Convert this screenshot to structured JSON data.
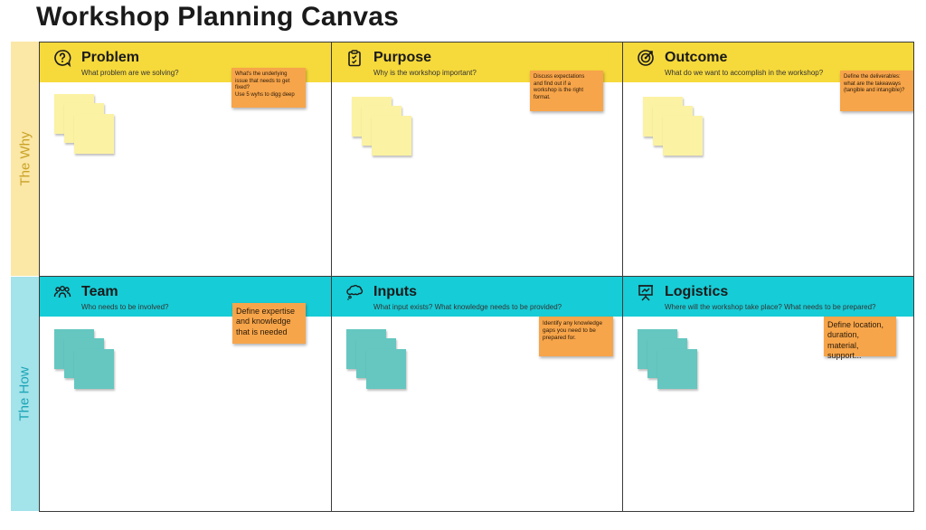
{
  "title": "Workshop Planning Canvas",
  "rows": {
    "why": {
      "label": "The Why"
    },
    "how": {
      "label": "The How"
    }
  },
  "cells": {
    "problem": {
      "title": "Problem",
      "subtitle": "What problem are we solving?",
      "note": [
        "What's the underlying",
        "issue that needs to get",
        "fixed?",
        "Use 5 wyhs to digg deep"
      ]
    },
    "purpose": {
      "title": "Purpose",
      "subtitle": "Why is the workshop important?",
      "note": [
        "Discuss expectations",
        "and find out if a",
        "workshop is the right",
        "format."
      ]
    },
    "outcome": {
      "title": "Outcome",
      "subtitle": "What do we want to accomplish in the workshop?",
      "note": [
        "Define the deliverables:",
        "what are the takeaways",
        "(tangible and intangible)?"
      ]
    },
    "team": {
      "title": "Team",
      "subtitle": "Who needs to be involved?",
      "note": [
        "Define expertise",
        "and knowledge",
        "that is needed"
      ]
    },
    "inputs": {
      "title": "Inputs",
      "subtitle": "What input exists? What knowledge needs to be provided?",
      "note": [
        "Identify any knowledge",
        "gaps you need to be",
        "prepared for."
      ]
    },
    "logistics": {
      "title": "Logistics",
      "subtitle": "Where will the workshop take place? What needs to be prepared?",
      "note": [
        "Define location,",
        "duration, material,",
        "support..."
      ]
    }
  },
  "colors": {
    "why_header": "#f6d93b",
    "why_band": "#fbe7a6",
    "why_sticky": "#fbf2a3",
    "how_header": "#16ccd6",
    "how_band": "#a3e3ea",
    "how_sticky": "#65c7c0",
    "note": "#f7a54a"
  },
  "icons": {
    "problem": "question-bubble-icon",
    "purpose": "clipboard-icon",
    "outcome": "target-icon",
    "team": "people-icon",
    "inputs": "thought-bubble-icon",
    "logistics": "presentation-board-icon"
  }
}
